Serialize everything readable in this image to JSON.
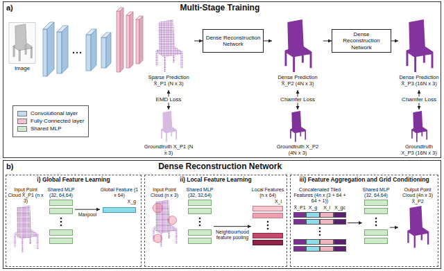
{
  "diagram": {
    "nodes": [
      {
        "text": [
          "a)",
          "Multi-Stage Training"
        ]
      },
      {
        "text": [
          "Image"
        ],
        "in": 0
      },
      {
        "text": [
          "Sparse Prediction X̂_P1 (N x 3)"
        ],
        "in": 0
      },
      {
        "text": [
          "Groundtruth X_P1 (N x 3)"
        ],
        "in": 0
      },
      {
        "text": [
          "Dense Reconstruction Network"
        ],
        "in": 0
      },
      {
        "text": [
          "Dense Prediction X̂_P2 (4N x 3)"
        ],
        "in": 0
      },
      {
        "text": [
          "Groundtruth X_P2 (4N x 3)"
        ],
        "in": 0
      },
      {
        "text": [
          "Dense Reconstruction Network"
        ],
        "in": 0
      },
      {
        "text": [
          "Dense Prediction X̂_P3 (16N x 3)"
        ],
        "in": 0
      },
      {
        "text": [
          "Groundtruth X_P3 (16N x 3)"
        ],
        "in": 0
      },
      {
        "text": [
          "b)",
          "Dense Reconstruction Network"
        ]
      },
      {
        "text": [
          "i) Global Feature Learning"
        ],
        "in": 10
      },
      {
        "text": [
          "ii) Local Feature Learning"
        ],
        "in": 10
      },
      {
        "text": [
          "iii) Feature Aggregation and Grid Conditioning"
        ],
        "in": 10
      },
      {
        "text": [
          "Input Point Cloud X̂_P1 (n x 3)"
        ],
        "in": 11
      },
      {
        "text": [
          "Shared MLP (32, 64,64)"
        ],
        "in": 11
      },
      {
        "text": [
          "Global Feature (1 x 64)",
          "X_g"
        ],
        "in": 11
      },
      {
        "text": [
          "Input Point Cloud (n x 3)"
        ],
        "in": 12
      },
      {
        "text": [
          "Shared MLP (32, 32,64)"
        ],
        "in": 12
      },
      {
        "text": [
          "Local Features (n x 64)",
          "X_l"
        ],
        "in": 12
      },
      {
        "text": [
          "Concatenated Tiled Features (4n x (3 + 64 + 64 + 1))",
          "X̂_P1",
          "X_g",
          "X_l",
          "X_gc"
        ],
        "in": 13
      },
      {
        "text": [
          "Shared MLP (32, 64,64)"
        ],
        "in": 13
      },
      {
        "text": [
          "Output Point Cloud (4n x 3)",
          "X̂_P2"
        ],
        "in": 13
      }
    ],
    "edges": [
      {
        "from": 2,
        "to": 4,
        "arrow": "to"
      },
      {
        "from": 4,
        "to": 5,
        "arrow": "to"
      },
      {
        "from": 5,
        "to": 7,
        "arrow": "to"
      },
      {
        "from": 7,
        "to": 8,
        "arrow": "to"
      },
      {
        "from": 2,
        "to": 3,
        "label": "EMD Loss",
        "arrow": "both"
      },
      {
        "from": 5,
        "to": 6,
        "label": "Chamfer Loss",
        "arrow": "both"
      },
      {
        "from": 8,
        "to": 9,
        "label": "Chamfer Loss",
        "arrow": "both"
      },
      {
        "from": 15,
        "to": 16,
        "label": "Maxpool",
        "arrow": "to"
      },
      {
        "from": 18,
        "to": 19,
        "label": "Neighbourhood feature pooling",
        "arrow": "to"
      },
      {
        "from": 20,
        "to": 21,
        "arrow": "to"
      },
      {
        "from": 21,
        "to": 22,
        "arrow": "to"
      }
    ],
    "legend": [
      {
        "text": "Convolutional layer",
        "color": "#c5dcf0"
      },
      {
        "text": "Fully Connected layer",
        "color": "#f2c4d2"
      },
      {
        "text": "Shared MLP",
        "color": "#cfe9cc"
      }
    ]
  }
}
